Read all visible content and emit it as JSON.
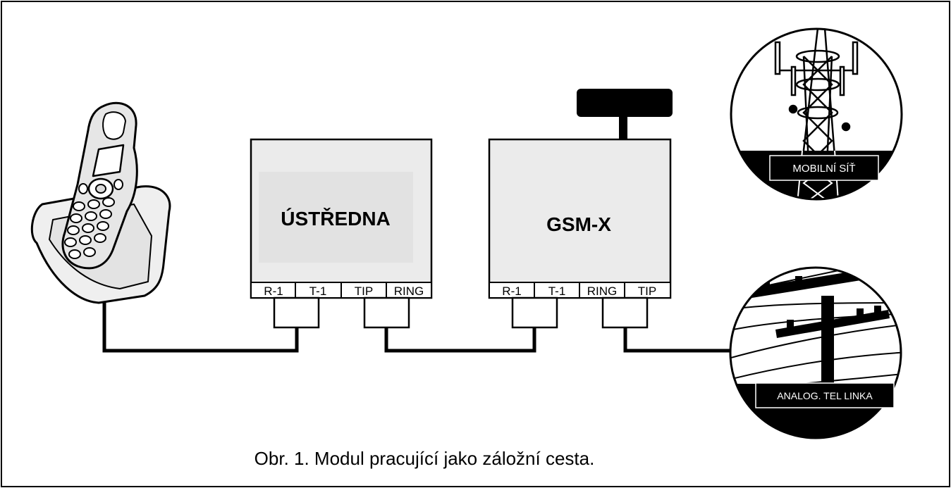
{
  "diagram": {
    "caption": "Obr. 1. Modul pracující jako záložní cesta.",
    "control_panel": {
      "label": "ÚSTŘEDNA",
      "terminals": [
        "R-1",
        "T-1",
        "TIP",
        "RING"
      ]
    },
    "module": {
      "label": "GSM-X",
      "terminals": [
        "R-1",
        "T-1",
        "RING",
        "TIP"
      ]
    },
    "mobile_network": {
      "label": "MOBILNÍ SÍŤ"
    },
    "phone_line": {
      "label": "ANALOG. TEL LINKA"
    }
  },
  "colors": {
    "line": "#000000",
    "box_fill": "#ebebeb",
    "label_panel": "#e2e2e2",
    "phone_body": "#e6e6e6",
    "scene_band": "#000000"
  },
  "icons": [
    "cordless-phone-icon",
    "antenna-icon",
    "cell-tower-icon",
    "utility-pole-icon"
  ]
}
